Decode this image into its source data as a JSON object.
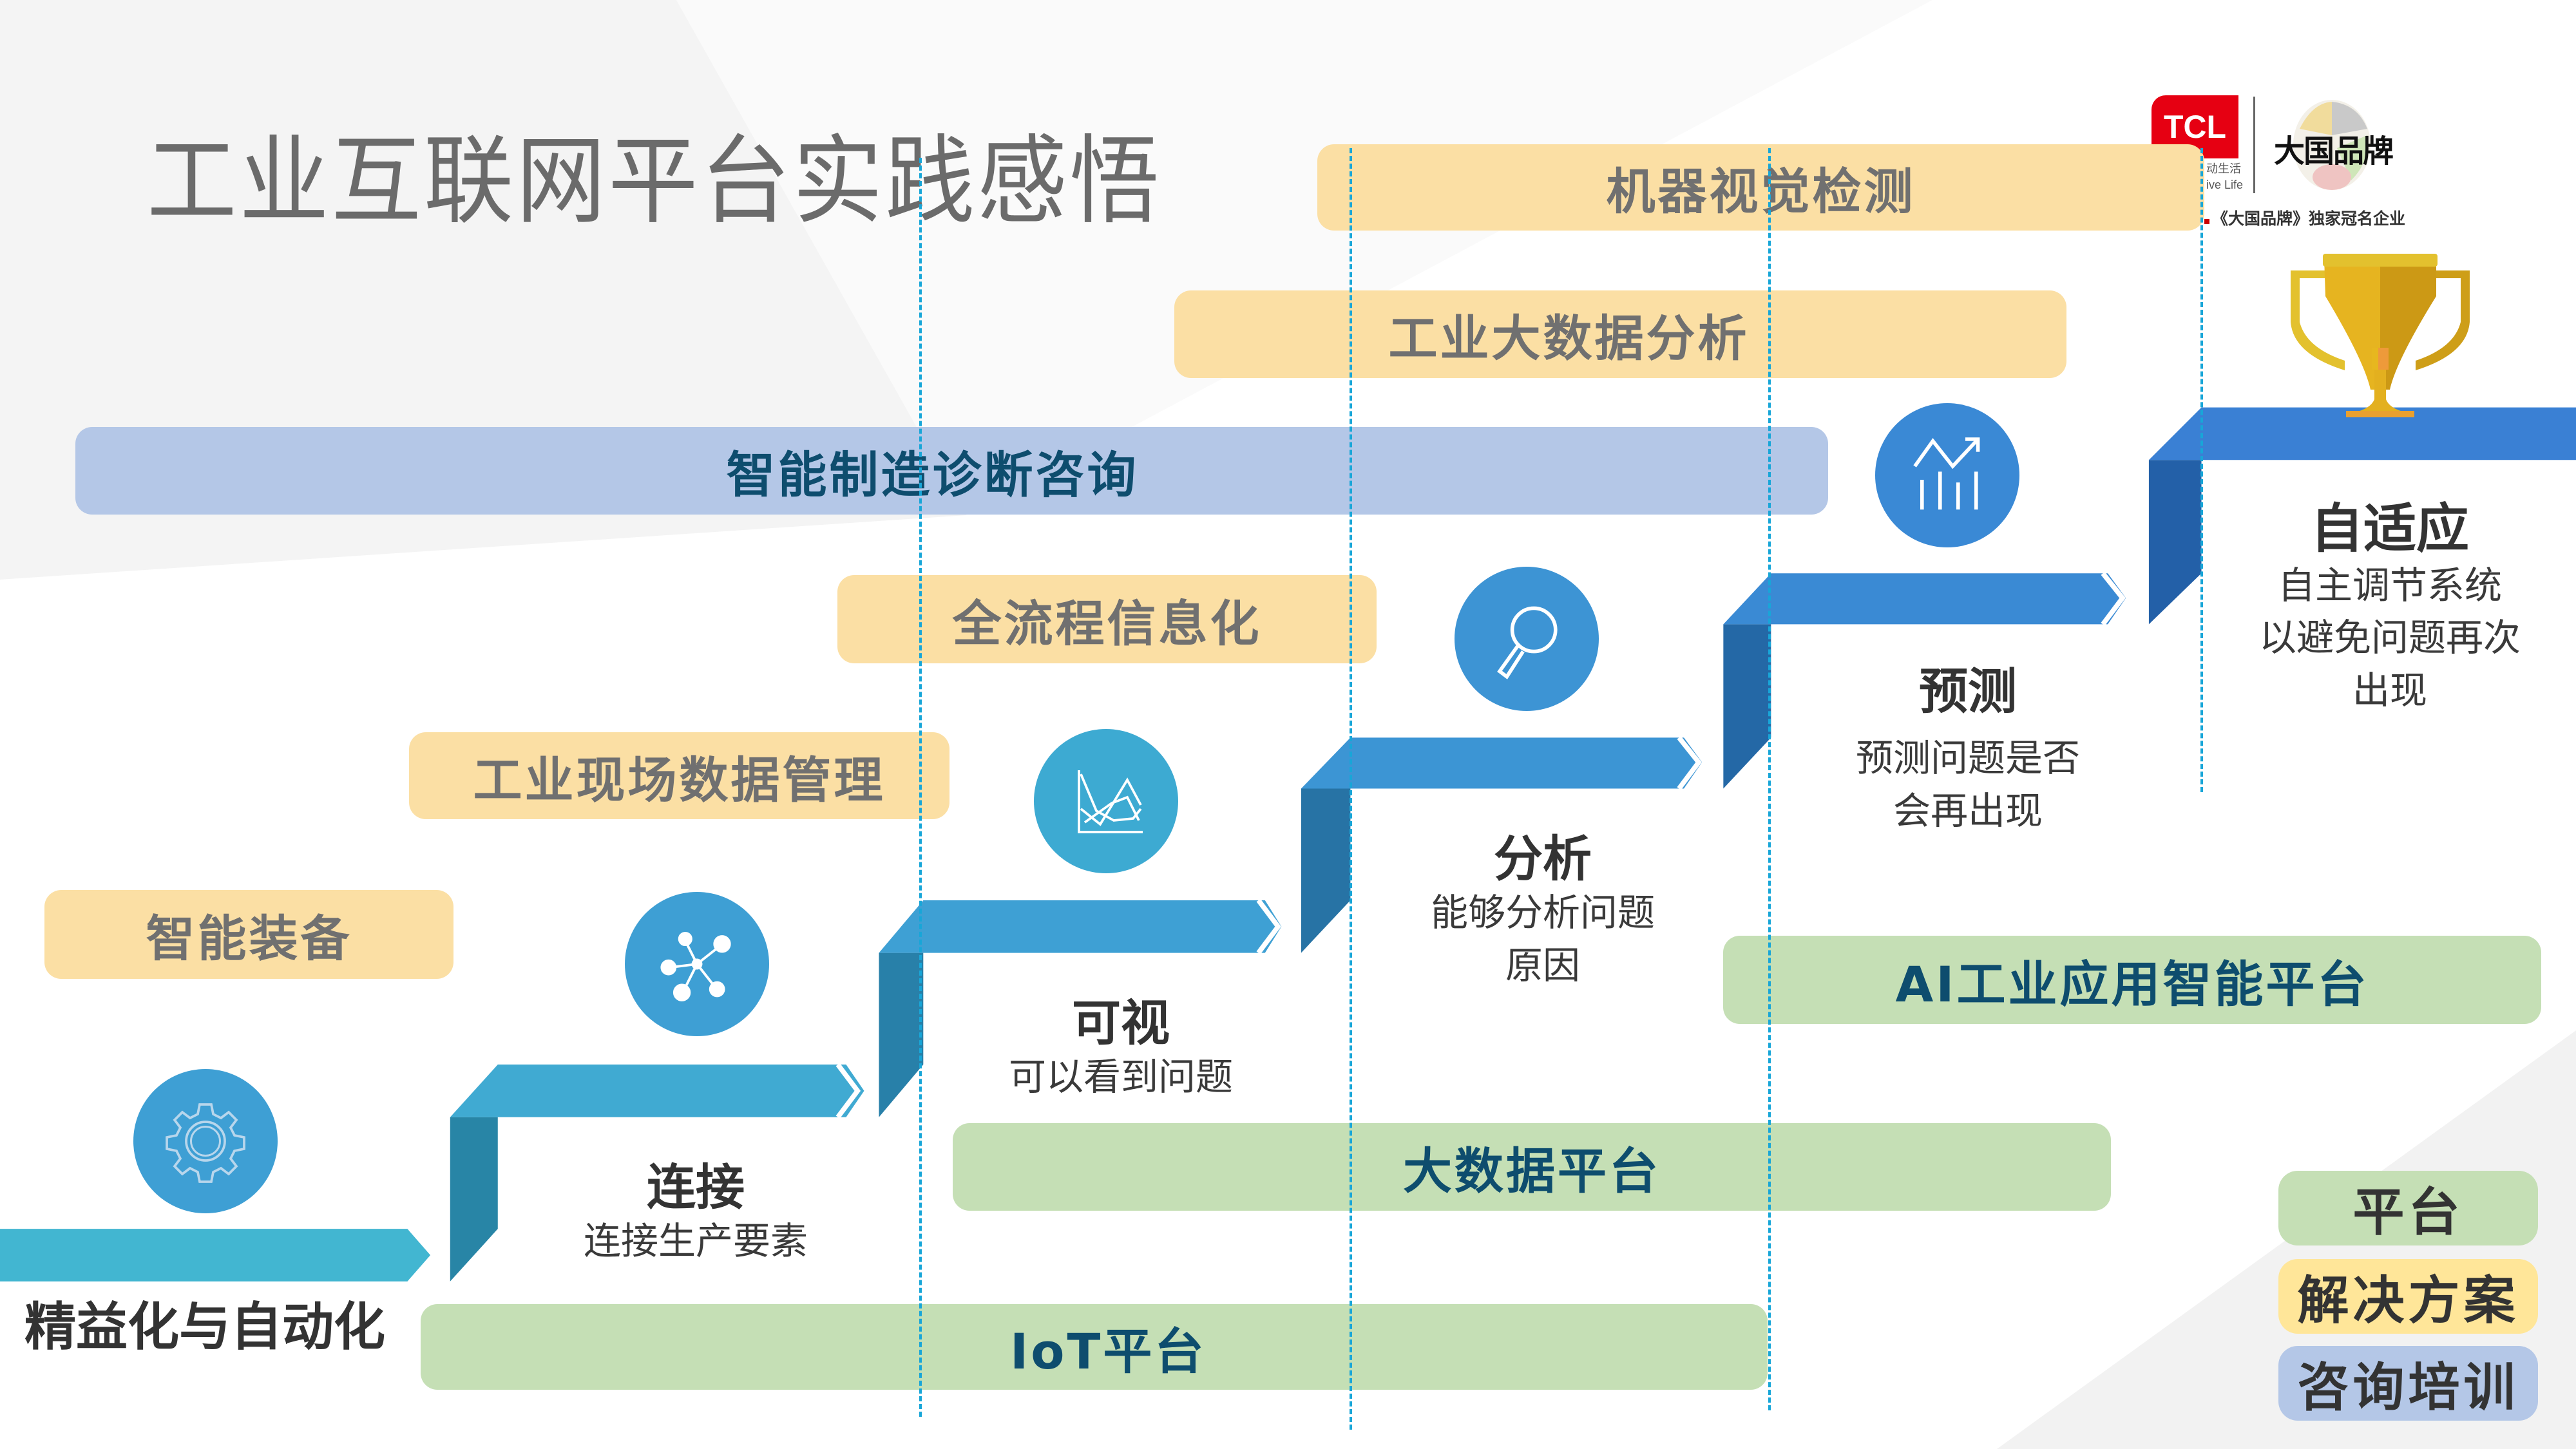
{
  "title": "工业互联网平台实践感悟",
  "logo": {
    "brand": "TCL",
    "brand_tagline_cn": "动生活",
    "brand_tagline_en": "ive Life",
    "partner": "大国品牌",
    "caption": "《大国品牌》独家冠名企业"
  },
  "solutions": {
    "machine_vision": "机器视觉检测",
    "big_data_analysis": "工业大数据分析",
    "full_process": "全流程信息化",
    "field_data": "工业现场数据管理",
    "smart_equipment": "智能装备"
  },
  "consulting": {
    "diagnosis": "智能制造诊断咨询"
  },
  "platforms": {
    "ai": "AI工业应用智能平台",
    "big_data": "大数据平台",
    "iot": "IoT平台"
  },
  "stages": [
    {
      "title": "精益化与自动化",
      "desc": "",
      "icon": "gear-icon"
    },
    {
      "title": "连接",
      "desc": "连接生产要素",
      "icon": "network-icon"
    },
    {
      "title": "可视",
      "desc": "可以看到问题",
      "icon": "line-chart-icon"
    },
    {
      "title": "分析",
      "desc": "能够分析问题\n原因",
      "desc1": "能够分析问题",
      "desc2": "原因",
      "icon": "magnifier-icon"
    },
    {
      "title": "预测",
      "desc1": "预测问题是否",
      "desc2": "会再出现",
      "icon": "trend-up-icon"
    },
    {
      "title": "自适应",
      "desc1": "自主调节系统",
      "desc2": "以避免问题再次",
      "desc3": "出现",
      "icon": "trophy-icon"
    }
  ],
  "legend": {
    "platform": "平台",
    "solution": "解决方案",
    "consulting": "咨询培训"
  },
  "colors": {
    "solution": "#FBDFA4",
    "consulting": "#B4C7E7",
    "platform": "#C5DFB5",
    "stair_light": "#42B4D2",
    "stair_mid": "#3E96D2",
    "stair_dark": "#3A80D4",
    "dash": "#18A6D8",
    "title": "#6B6B6B"
  }
}
